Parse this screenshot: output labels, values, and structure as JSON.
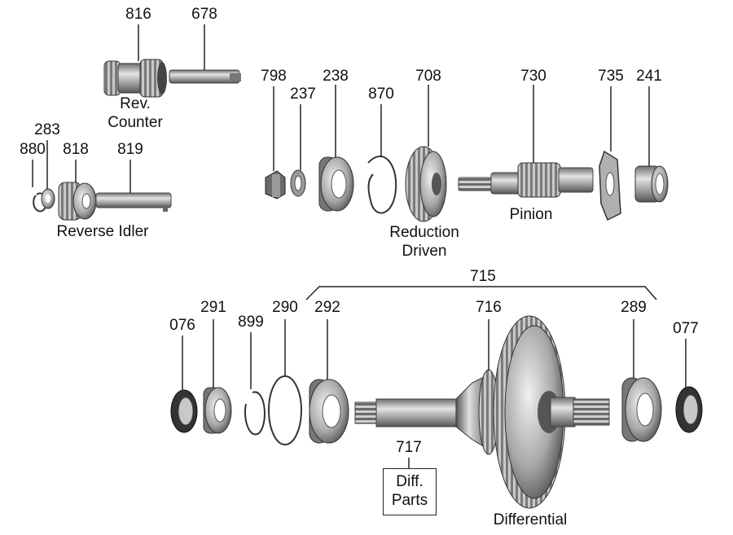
{
  "callouts": {
    "c816": "816",
    "c678": "678",
    "c798": "798",
    "c238": "238",
    "c237": "237",
    "c870": "870",
    "c708": "708",
    "c730": "730",
    "c735": "735",
    "c241": "241",
    "c283": "283",
    "c880": "880",
    "c818": "818",
    "c819": "819",
    "c715": "715",
    "c076": "076",
    "c291": "291",
    "c899": "899",
    "c290": "290",
    "c292": "292",
    "c716": "716",
    "c289": "289",
    "c077": "077",
    "c717": "717"
  },
  "captions": {
    "rev_counter_line1": "Rev.",
    "rev_counter_line2": "Counter",
    "reverse_idler": "Reverse Idler",
    "reduction_line1": "Reduction",
    "reduction_line2": "Driven",
    "pinion": "Pinion",
    "differential": "Differential",
    "diff_parts_line1": "Diff.",
    "diff_parts_line2": "Parts"
  },
  "colors": {
    "metal_dark": "#3c3c3c",
    "metal_mid": "#8a8a8a",
    "metal_light": "#d6d6d6",
    "line": "#222222",
    "background": "#ffffff"
  }
}
